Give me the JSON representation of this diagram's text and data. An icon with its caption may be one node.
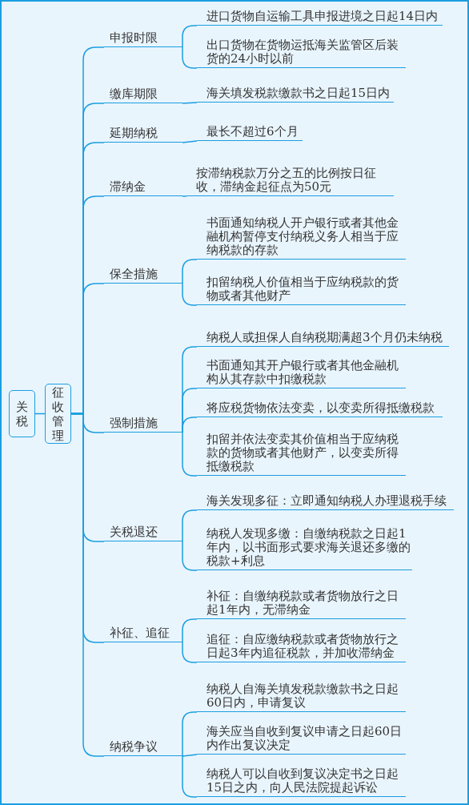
{
  "diagram": {
    "nodes": [
      {
        "text": [
          "关税"
        ]
      },
      {
        "text": [
          "征收管理"
        ]
      },
      {
        "text": [
          "申报时限"
        ]
      },
      {
        "text": [
          "进口货物自运输工具申报进境之日起14日内"
        ]
      },
      {
        "text": [
          "出口货物在货物运抵海关监管区后装货的24小时以前"
        ]
      },
      {
        "text": [
          "缴库期限"
        ]
      },
      {
        "text": [
          "海关填发税款缴款书之日起15日内"
        ]
      },
      {
        "text": [
          "延期纳税"
        ]
      },
      {
        "text": [
          "最长不超过6个月"
        ]
      },
      {
        "text": [
          "滞纳金"
        ]
      },
      {
        "text": [
          "按滞纳税款万分之五的比例按日征收，滞纳金起征点为50元"
        ]
      },
      {
        "text": [
          "保全措施"
        ]
      },
      {
        "text": [
          "书面通知纳税人开户银行或者其他金融机构暂停支付纳税义务人相当于应纳税款的存款"
        ]
      },
      {
        "text": [
          "扣留纳税人价值相当于应纳税款的货物或者其他财产"
        ]
      },
      {
        "text": [
          "强制措施"
        ]
      },
      {
        "text": [
          "纳税人或担保人自纳税期满超3个月仍未纳税"
        ]
      },
      {
        "text": [
          "书面通知其开户银行或者其他金融机构从其存款中扣缴税款"
        ]
      },
      {
        "text": [
          "将应税货物依法变卖，以变卖所得抵缴税款"
        ]
      },
      {
        "text": [
          "扣留并依法变卖其价值相当于应纳税款的货物或者其他财产，以变卖所得抵缴税款"
        ]
      },
      {
        "text": [
          "关税退还"
        ]
      },
      {
        "text": [
          "海关发现多征：立即通知纳税人办理退税手续"
        ]
      },
      {
        "text": [
          "纳税人发现多缴：自缴纳税款之日起1年内，以书面形式要求海关退还多缴的税款+利息"
        ]
      },
      {
        "text": [
          "补征、追征"
        ]
      },
      {
        "text": [
          "补征：自缴纳税款或者货物放行之日起1年内，无滞纳金"
        ]
      },
      {
        "text": [
          "追征：自应缴纳税款或者货物放行之日起3年内追征税款，并加收滞纳金"
        ]
      },
      {
        "text": [
          "纳税争议"
        ]
      },
      {
        "text": [
          "纳税人自海关填发税款缴款书之日起60日内，申请复议"
        ]
      },
      {
        "text": [
          "海关应当自收到复议申请之日起60日内作出复议决定"
        ]
      },
      {
        "text": [
          "纳税人可以自收到复议决定书之日起15日之内，向人民法院提起诉讼"
        ]
      }
    ],
    "edges": [
      {
        "from": 0,
        "to": 1,
        "arrow": "none"
      },
      {
        "from": 1,
        "to": 2,
        "arrow": "none"
      },
      {
        "from": 2,
        "to": 3,
        "arrow": "none"
      },
      {
        "from": 2,
        "to": 4,
        "arrow": "none"
      },
      {
        "from": 1,
        "to": 5,
        "arrow": "none"
      },
      {
        "from": 5,
        "to": 6,
        "arrow": "none"
      },
      {
        "from": 1,
        "to": 7,
        "arrow": "none"
      },
      {
        "from": 7,
        "to": 8,
        "arrow": "none"
      },
      {
        "from": 1,
        "to": 9,
        "arrow": "none"
      },
      {
        "from": 9,
        "to": 10,
        "arrow": "none"
      },
      {
        "from": 1,
        "to": 11,
        "arrow": "none"
      },
      {
        "from": 11,
        "to": 12,
        "arrow": "none"
      },
      {
        "from": 11,
        "to": 13,
        "arrow": "none"
      },
      {
        "from": 1,
        "to": 14,
        "arrow": "none"
      },
      {
        "from": 14,
        "to": 15,
        "arrow": "none"
      },
      {
        "from": 14,
        "to": 16,
        "arrow": "none"
      },
      {
        "from": 14,
        "to": 17,
        "arrow": "none"
      },
      {
        "from": 14,
        "to": 18,
        "arrow": "none"
      },
      {
        "from": 1,
        "to": 19,
        "arrow": "none"
      },
      {
        "from": 19,
        "to": 20,
        "arrow": "none"
      },
      {
        "from": 19,
        "to": 21,
        "arrow": "none"
      },
      {
        "from": 1,
        "to": 22,
        "arrow": "none"
      },
      {
        "from": 22,
        "to": 23,
        "arrow": "none"
      },
      {
        "from": 22,
        "to": 24,
        "arrow": "none"
      },
      {
        "from": 1,
        "to": 25,
        "arrow": "none"
      },
      {
        "from": 25,
        "to": 26,
        "arrow": "none"
      },
      {
        "from": 25,
        "to": 27,
        "arrow": "none"
      },
      {
        "from": 25,
        "to": 28,
        "arrow": "none"
      }
    ]
  }
}
